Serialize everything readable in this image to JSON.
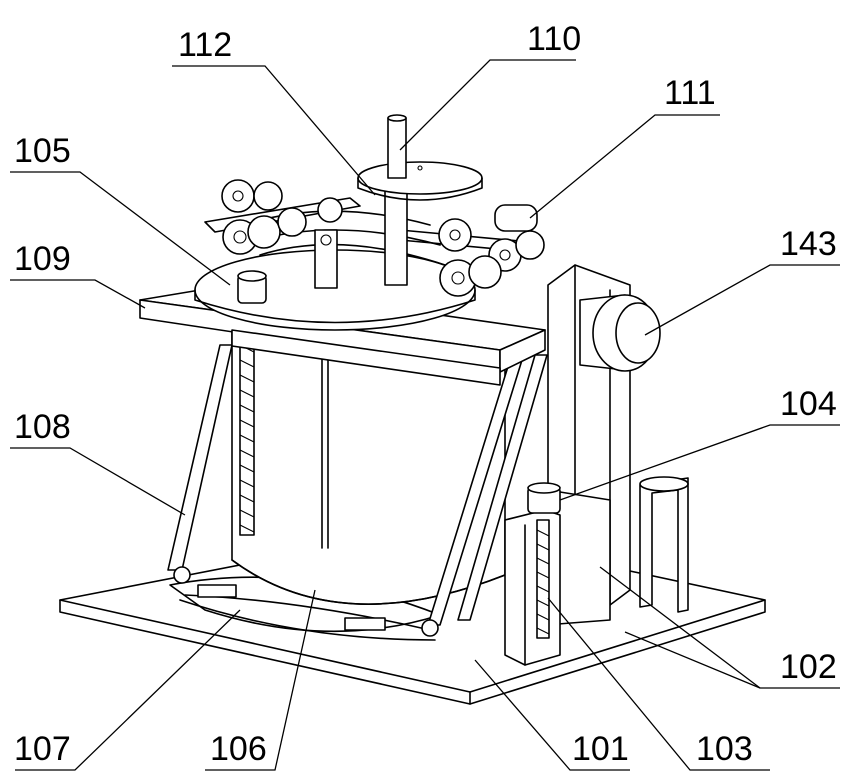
{
  "labels": {
    "l101": "101",
    "l102": "102",
    "l103": "103",
    "l104": "104",
    "l105": "105",
    "l106": "106",
    "l107": "107",
    "l108": "108",
    "l109": "109",
    "l110": "110",
    "l111": "111",
    "l112": "112",
    "l143": "143"
  }
}
